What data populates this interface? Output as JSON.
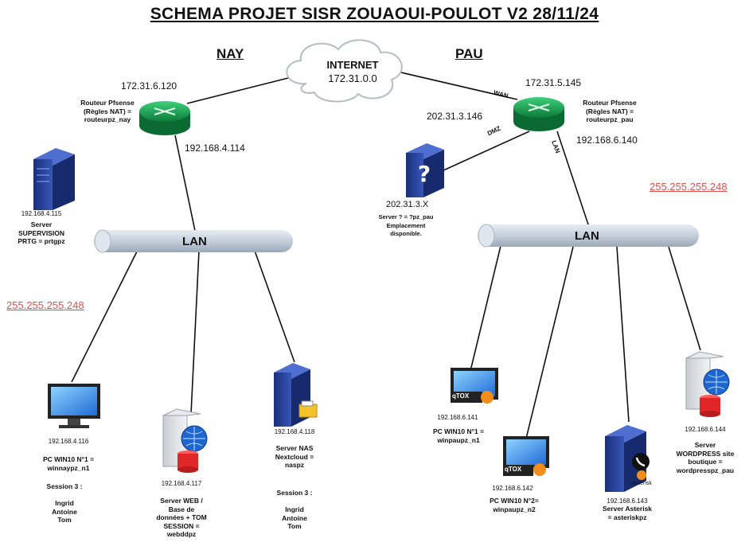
{
  "title": "SCHEMA PROJET SISR ZOUAOUI-POULOT V2  28/11/24",
  "sites": {
    "nay": "NAY",
    "pau": "PAU"
  },
  "internet": {
    "label": "INTERNET",
    "ip": "172.31.0.0"
  },
  "nay": {
    "router_wan_ip": "172.31.6.120",
    "router_label": "Routeur Pfsense\n(Règles NAT) =\nrouteurpz_nay",
    "router_lan_ip": "192.168.4.114",
    "supervision_ip": "192.168.4.115",
    "supervision_label": "Server\nSUPERVISION\nPRTG = prtgpz",
    "lan": "LAN",
    "mask": "255.255.255.248",
    "pc_ip": "192.168.4.116",
    "pc_label": "PC WIN10 N°1 =\nwinnaypz_n1",
    "pc_session": "Session 3 :\n\nIngrid\nAntoine\nTom",
    "web_ip": "192.168.4.117",
    "web_label": "Server WEB /\nBase de\ndonnées + TOM\nSESSION =\nwebddpz",
    "nas_ip": "192.168.4.118",
    "nas_label": "Server NAS\nNextcloud =\nnaspz",
    "nas_session": "Session 3 :\n\nIngrid\nAntoine\nTom"
  },
  "pau": {
    "router_wan_ip": "172.31.5.145",
    "router_label": "Routeur Pfsense\n(Règles NAT) =\nrouteurpz_pau",
    "router_lan_ip": "192.168.6.140",
    "dmz_gw_ip": "202.31.3.146",
    "wan_tag": "WAN",
    "dmz_tag": "DMZ",
    "lan_tag": "LAN",
    "dmz_server_ip": "202.31.3.X",
    "dmz_server_label": "Server ? = ?pz_pau\nEmplacement\ndisponible.",
    "mask": "255.255.255.248",
    "lan": "LAN",
    "pc1_ip": "192.168.6.141",
    "pc1_label": "PC WIN10 N°1 =\nwinpaupz_n1",
    "pc2_ip": "192.168.6.142",
    "pc2_label": "PC WIN10 N°2=\nwinpaupz_n2",
    "asterisk_ip": "192.168.6.143",
    "asterisk_label": "Server Asterisk\n= asteriskpz",
    "asterisk_logo": "Asterisk",
    "wp_ip": "192.168.6.144",
    "wp_label": "Server\nWORDPRESS site\nboutique =\nwordpresspz_pau",
    "qtox_logo": "qTOX"
  }
}
